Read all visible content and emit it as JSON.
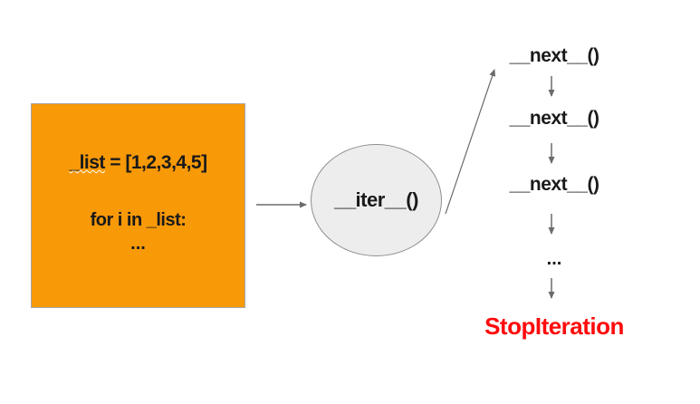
{
  "colors": {
    "box_fill": "#F89908",
    "box_border": "#A6A6A6",
    "ellipse_fill": "#EDEDED",
    "ellipse_border": "#8F8F8F",
    "arrow": "#6B6B6B",
    "text": "#1A1A1A",
    "stop_iteration_red": "#FF0B0B",
    "spellcheck_underline": "#FFFFFF"
  },
  "code_box": {
    "assignment_target": "_list",
    "assignment_rest": " = [1,2,3,4,5]",
    "loop_line": "for i in _list:",
    "body_ellipsis": "..."
  },
  "iter": {
    "label": "__iter__()"
  },
  "next_sequence": {
    "calls": [
      "__next__()",
      "__next__()",
      "__next__()"
    ],
    "ellipsis": "...",
    "terminal": "StopIteration"
  }
}
